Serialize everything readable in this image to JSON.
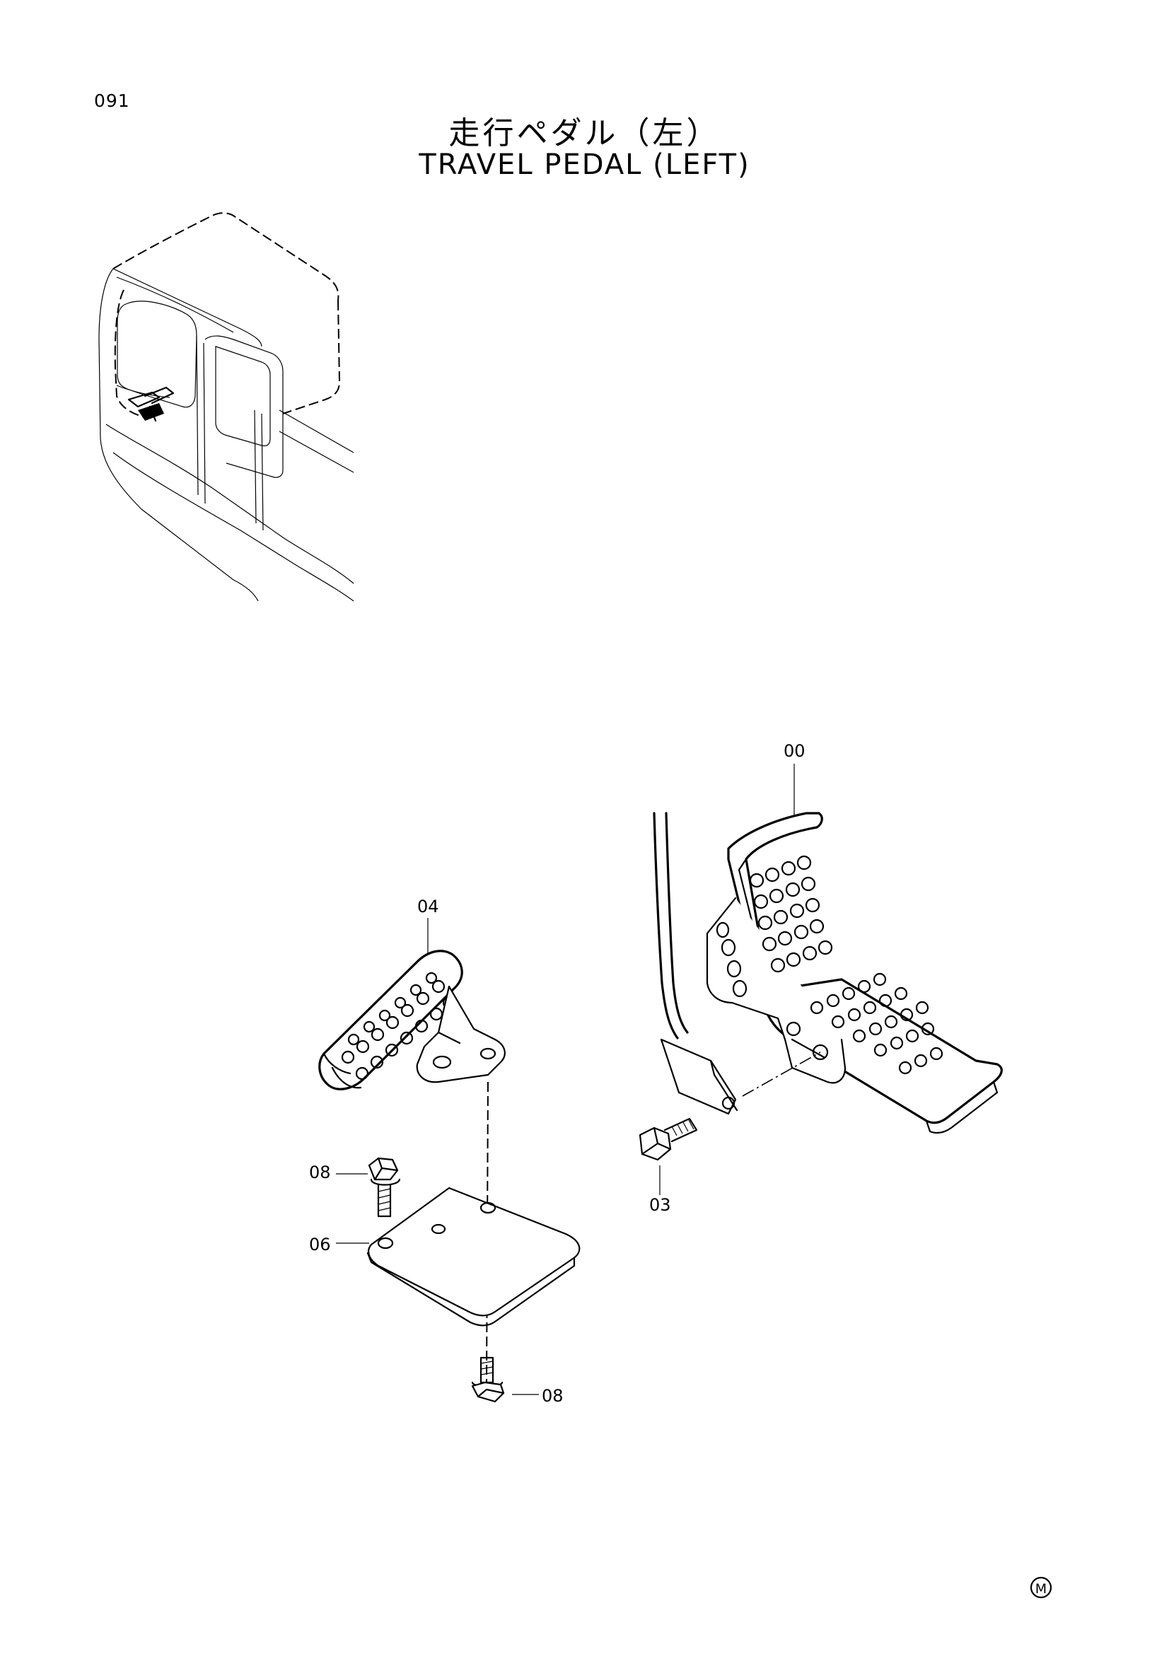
{
  "page": {
    "number": "091",
    "title_jp": "走行ペダル（左）",
    "title_en": "TRAVEL PEDAL (LEFT)",
    "mark": "M"
  },
  "callouts": [
    {
      "id": "00",
      "text": "00"
    },
    {
      "id": "03",
      "text": "03"
    },
    {
      "id": "04",
      "text": "04"
    },
    {
      "id": "06",
      "text": "06"
    },
    {
      "id": "08a",
      "text": "08"
    },
    {
      "id": "08b",
      "text": "08"
    }
  ]
}
